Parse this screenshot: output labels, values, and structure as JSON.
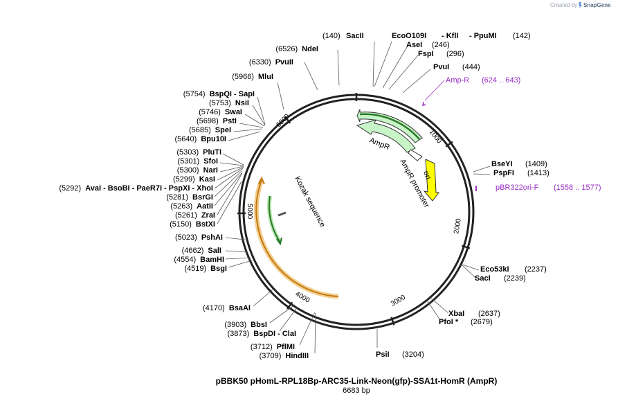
{
  "credit": {
    "text": "Created by",
    "brand": "SnapGene"
  },
  "plasmid": {
    "name": "pBBK50 pHomL-RPL18Bp-ARC35-Link-Neon(gfp)-SSA1t-HomR (AmpR)",
    "length_label": "6683 bp",
    "length_bp": 6683
  },
  "ticks": [
    {
      "bp": 1000,
      "label": "1000"
    },
    {
      "bp": 2000,
      "label": "2000"
    },
    {
      "bp": 3000,
      "label": "3000"
    },
    {
      "bp": 4000,
      "label": "4000"
    },
    {
      "bp": 5000,
      "label": "5000"
    },
    {
      "bp": 6000,
      "label": "6000"
    }
  ],
  "features": [
    {
      "name": "AmpR",
      "color": "#c8f5c8",
      "stroke": "#333333"
    },
    {
      "name": "AmpR promoter",
      "color": "#ffffff",
      "stroke": "#333333"
    },
    {
      "name": "ori",
      "color": "#ffff00",
      "stroke": "#333333"
    },
    {
      "name": "Kozak sequence",
      "color": "#ffffff",
      "stroke": "#333333"
    }
  ],
  "primers": [
    {
      "name": "Amp-R",
      "range": "(624 .. 643)",
      "color": "#9a2fc4"
    },
    {
      "name": "pBR322ori-F",
      "range": "(1558 .. 1577)",
      "color": "#9a2fc4"
    }
  ],
  "sites_right": [
    {
      "text": "(140)",
      "bold": false
    },
    {
      "text": "SacII",
      "bold": true
    },
    {
      "text": "EcoO109I",
      "bold": true
    },
    {
      "text": "- KflI",
      "bold": true
    },
    {
      "text": "- PpuMI",
      "bold": true
    },
    {
      "text": "(142)",
      "bold": false
    },
    {
      "text": "AseI",
      "bold": true
    },
    {
      "text": "(246)",
      "bold": false
    },
    {
      "text": "FspI",
      "bold": true
    },
    {
      "text": "(296)",
      "bold": false
    },
    {
      "text": "PvuI",
      "bold": true
    },
    {
      "text": "(444)",
      "bold": false
    },
    {
      "text": "BseYI",
      "bold": true
    },
    {
      "text": "(1409)",
      "bold": false
    },
    {
      "text": "PspFI",
      "bold": true
    },
    {
      "text": "(1413)",
      "bold": false
    },
    {
      "text": "Eco53kI",
      "bold": true
    },
    {
      "text": "(2237)",
      "bold": false
    },
    {
      "text": "SacI",
      "bold": true
    },
    {
      "text": "(2239)",
      "bold": false
    },
    {
      "text": "XbaI",
      "bold": true
    },
    {
      "text": "(2637)",
      "bold": false
    },
    {
      "text": "PfoI *",
      "bold": true
    },
    {
      "text": "(2679)",
      "bold": false
    },
    {
      "text": "PsiI",
      "bold": true
    },
    {
      "text": "(3204)",
      "bold": false
    }
  ],
  "sites_left": [
    {
      "pos": "(6526)",
      "name": "NdeI"
    },
    {
      "pos": "(6330)",
      "name": "PvuII"
    },
    {
      "pos": "(5966)",
      "name": "MluI"
    },
    {
      "pos": "(5754)",
      "name": "BspQI - SapI"
    },
    {
      "pos": "(5753)",
      "name": "NsiI"
    },
    {
      "pos": "(5746)",
      "name": "SwaI"
    },
    {
      "pos": "(5698)",
      "name": "PstI"
    },
    {
      "pos": "(5685)",
      "name": "SpeI"
    },
    {
      "pos": "(5640)",
      "name": "Bpu10I"
    },
    {
      "pos": "(5303)",
      "name": "PluTI"
    },
    {
      "pos": "(5301)",
      "name": "SfoI"
    },
    {
      "pos": "(5300)",
      "name": "NarI"
    },
    {
      "pos": "(5299)",
      "name": "KasI"
    },
    {
      "pos": "(5292)",
      "name": "AvaI - BsoBI - PaeR7I - PspXI - XhoI"
    },
    {
      "pos": "(5281)",
      "name": "BsrGI"
    },
    {
      "pos": "(5263)",
      "name": "AatII"
    },
    {
      "pos": "(5261)",
      "name": "ZraI"
    },
    {
      "pos": "(5150)",
      "name": "BstXI"
    },
    {
      "pos": "(5023)",
      "name": "PshAI"
    },
    {
      "pos": "(4662)",
      "name": "SalI"
    },
    {
      "pos": "(4554)",
      "name": "BamHI"
    },
    {
      "pos": "(4519)",
      "name": "BsgI"
    },
    {
      "pos": "(4170)",
      "name": "BsaAI"
    },
    {
      "pos": "(3903)",
      "name": "BbsI"
    },
    {
      "pos": "(3873)",
      "name": "BspDI - ClaI"
    },
    {
      "pos": "(3712)",
      "name": "PflMI"
    },
    {
      "pos": "(3709)",
      "name": "HindIII"
    }
  ]
}
